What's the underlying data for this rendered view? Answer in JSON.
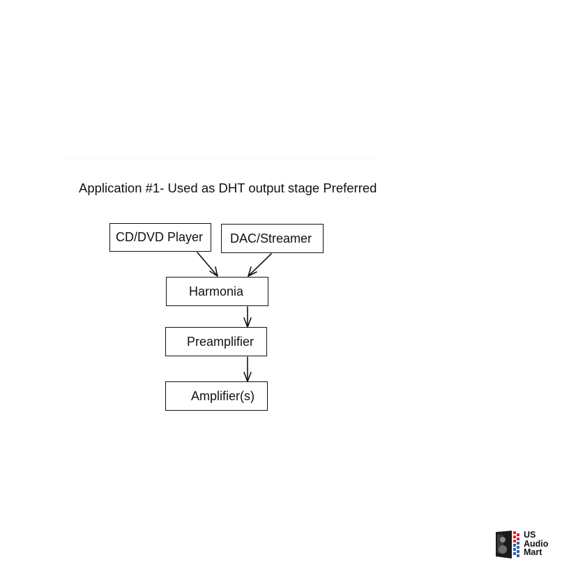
{
  "diagram": {
    "title": "Application #1- Used as DHT output stage Preferred",
    "nodes": {
      "cd_player": "CD/DVD Player",
      "dac_streamer": "DAC/Streamer",
      "harmonia": "Harmonia",
      "preamplifier": "Preamplifier",
      "amplifiers": "Amplifier(s)"
    },
    "edges": [
      {
        "from": "CD/DVD Player",
        "to": "Harmonia"
      },
      {
        "from": "DAC/Streamer",
        "to": "Harmonia"
      },
      {
        "from": "Harmonia",
        "to": "Preamplifier"
      },
      {
        "from": "Preamplifier",
        "to": "Amplifier(s)"
      }
    ]
  },
  "watermark": {
    "line1": "US",
    "line2": "Audio",
    "line3": "Mart",
    "icon": "speaker-icon",
    "colors": {
      "red": "#d8262c",
      "blue": "#2a62b3",
      "dark": "#1a1a1a"
    }
  }
}
